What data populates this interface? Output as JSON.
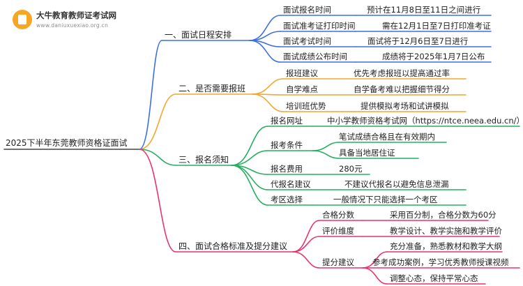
{
  "watermark": {
    "name": "大牛教育教师证考试网",
    "url": "www.daniuxuexiao.org.cn"
  },
  "root": "2025下半年东莞教师资格证面试",
  "colors": {
    "blue": "#3d6fe0",
    "orange": "#f2a72e",
    "green": "#27ae60",
    "pink": "#e8336b"
  },
  "branches": [
    {
      "label": "一、面试日程安排",
      "items": [
        {
          "label": "面试报名时间",
          "detail": "预计在11月8日至11日之间进行"
        },
        {
          "label": "面试准考证打印时间",
          "detail": "需在12月1日至7日打印准考证"
        },
        {
          "label": "面试考试时间",
          "detail": "面试将于12月6日至7日进行"
        },
        {
          "label": "面试成绩公布时间",
          "detail": "成绩将于2025年1月7日公布"
        }
      ]
    },
    {
      "label": "二、是否需要报班",
      "items": [
        {
          "label": "报班建议",
          "detail": "优先考虑报班以提高通过率"
        },
        {
          "label": "自学难点",
          "detail": "自学备考难以把握细节得分"
        },
        {
          "label": "培训班优势",
          "detail": "提供模拟考场和试讲模拟"
        }
      ]
    },
    {
      "label": "三、报名须知",
      "items": [
        {
          "label": "报名网址",
          "details": [
            "中小学教师资格考试网（https://ntce.neea.edu.cn/）"
          ]
        },
        {
          "label": "报考条件",
          "details": [
            "笔试成绩合格且在有效期内",
            "具备当地居住证"
          ]
        },
        {
          "label": "报名费用",
          "details": [
            "280元"
          ]
        },
        {
          "label": "代报名建议",
          "details": [
            "不建议代报名以避免信息泄漏"
          ]
        },
        {
          "label": "考区选择",
          "details": [
            "一般情况下只能选择一个考区"
          ]
        }
      ]
    },
    {
      "label": "四、面试合格标准及提分建议",
      "items": [
        {
          "label": "合格分数",
          "details": [
            "采用百分制，合格分数为60分"
          ]
        },
        {
          "label": "评价维度",
          "details": [
            "教学设计、教学实施和教学评价"
          ]
        },
        {
          "label": "提分建议",
          "details": [
            "充分准备，熟悉教材和教学大纲",
            "参考成功案例，学习优秀教师授课视频",
            "调整心态，保持平常心态"
          ]
        }
      ]
    }
  ]
}
